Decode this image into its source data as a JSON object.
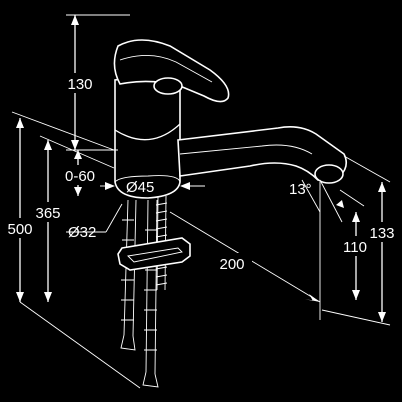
{
  "diagram": {
    "background_color": "#000000",
    "line_color": "#ffffff",
    "dimensions": {
      "lever_height": "130",
      "adjust_range": "0-60",
      "body_diameter": "Ø45",
      "hole_diameter": "Ø32",
      "overall_height": "500",
      "height_365": "365",
      "spout_reach": "200",
      "spout_angle": "13°",
      "outlet_height": "110",
      "spout_top_height": "133"
    }
  }
}
